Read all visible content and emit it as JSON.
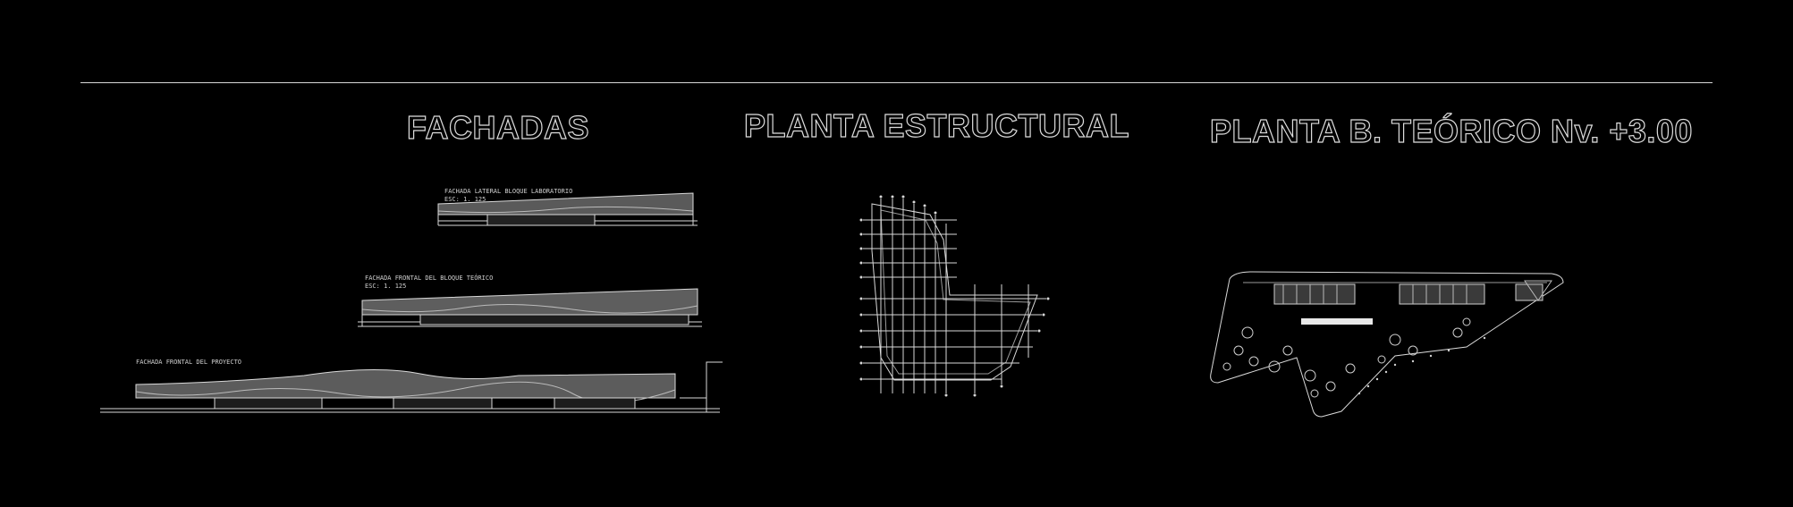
{
  "sheet": {
    "titles": {
      "fachadas": "FACHADAS",
      "planta_estructural": "PLANTA ESTRUCTURAL",
      "planta_teorico": "PLANTA B. TEÓRICO Nv. +3.00"
    },
    "elevations": [
      {
        "name": "FACHADA LATERAL BLOQUE LABORATORIO",
        "scale": "ESC: 1. 125"
      },
      {
        "name": "FACHADA FRONTAL DEL BLOQUE TEÓRICO",
        "scale": "ESC: 1. 125"
      },
      {
        "name": "FACHADA FRONTAL DEL PROYECTO",
        "scale": ""
      }
    ]
  },
  "colors": {
    "background": "#000000",
    "linework": "#d9d9d9",
    "accent": "#9a9a9a"
  }
}
